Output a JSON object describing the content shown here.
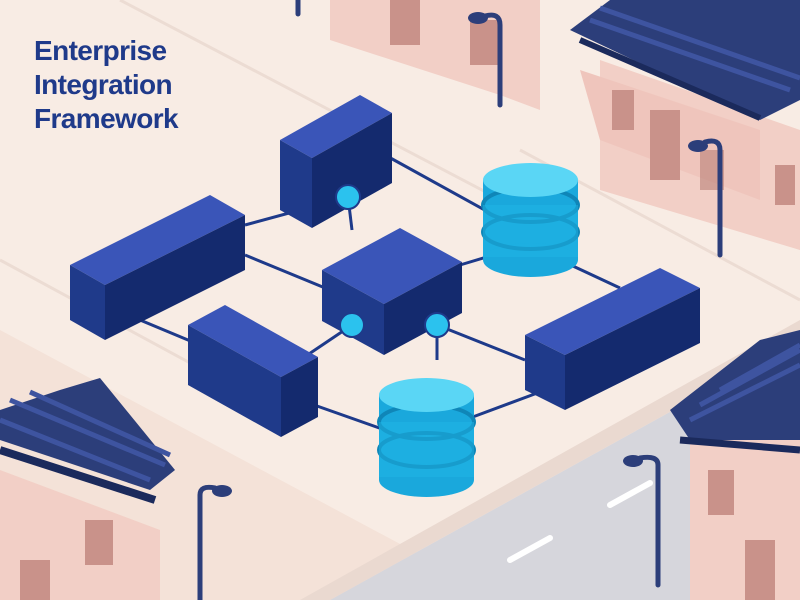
{
  "title_lines": [
    "Enterprise",
    "Integration",
    "Framework"
  ],
  "colors": {
    "background": "#f8ece4",
    "title_text": "#1f3a8a",
    "block_front": "#1f3a8a",
    "block_top": "#3a55b8",
    "block_side": "#142a6e",
    "database": "#22b8e6",
    "database_top": "#5ad6f5",
    "connector_node": "#2bc2ee",
    "connector_line": "#1e3a8a",
    "roof": "#2c3e7a",
    "wall": "#f2cfc6",
    "road": "#d5d5da",
    "lamp": "#2c3e7a"
  },
  "icons": [
    "server-block",
    "database-cylinder",
    "connector-node",
    "street-lamp",
    "tiled-roof-house"
  ]
}
